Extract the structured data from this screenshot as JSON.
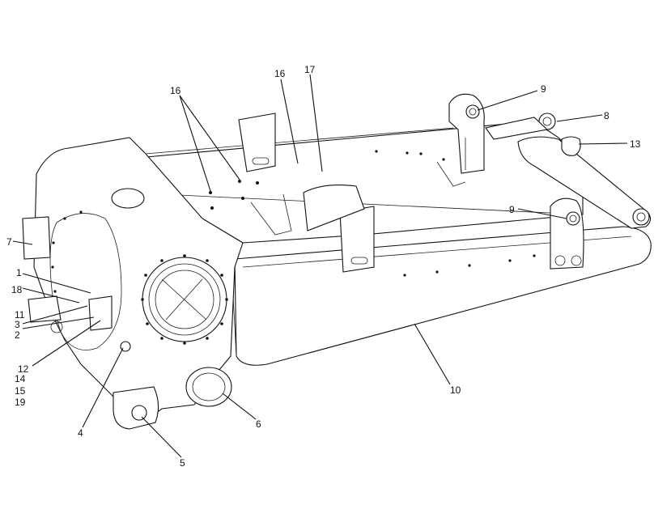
{
  "diagram": {
    "callouts": [
      {
        "id": "c1",
        "text": "1"
      },
      {
        "id": "c2",
        "text": "2"
      },
      {
        "id": "c3",
        "text": "3"
      },
      {
        "id": "c4",
        "text": "4"
      },
      {
        "id": "c5",
        "text": "5"
      },
      {
        "id": "c6",
        "text": "6"
      },
      {
        "id": "c7",
        "text": "7"
      },
      {
        "id": "c8",
        "text": "8"
      },
      {
        "id": "c9a",
        "text": "9"
      },
      {
        "id": "c9b",
        "text": "9"
      },
      {
        "id": "c10",
        "text": "10"
      },
      {
        "id": "c11",
        "text": "11"
      },
      {
        "id": "c12",
        "text": "12"
      },
      {
        "id": "c13",
        "text": "13"
      },
      {
        "id": "c14",
        "text": "14"
      },
      {
        "id": "c15",
        "text": "15"
      },
      {
        "id": "c16a",
        "text": "16"
      },
      {
        "id": "c16b",
        "text": "16"
      },
      {
        "id": "c17",
        "text": "17"
      },
      {
        "id": "c18",
        "text": "18"
      },
      {
        "id": "c19",
        "text": "19"
      }
    ]
  }
}
